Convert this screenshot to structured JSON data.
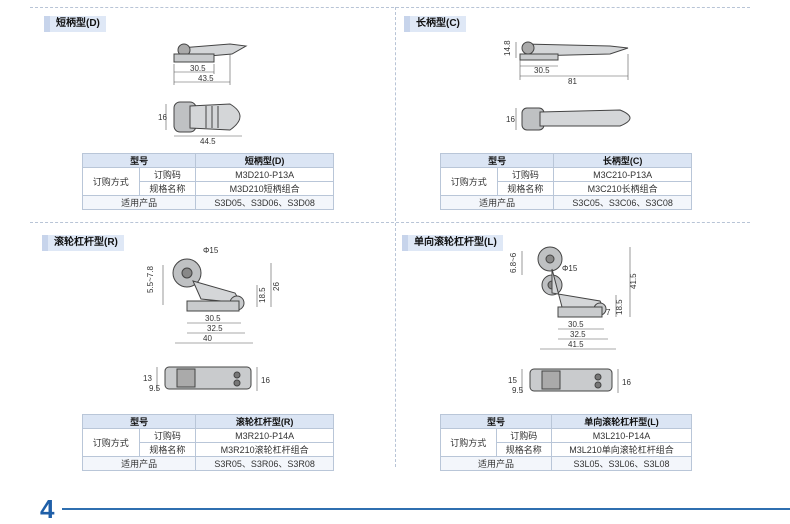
{
  "sections": {
    "short": {
      "title": "短柄型(D)",
      "dims": {
        "d1": "30.5",
        "d2": "43.5",
        "d3": "16",
        "d4": "44.5"
      },
      "table": {
        "model_label": "型号",
        "order_label": "订购方式",
        "code_label": "订购码",
        "spec_label": "规格名称",
        "products_label": "适用产品",
        "model": "短柄型(D)",
        "code": "M3D210-P13A",
        "spec": "M3D210短柄组合",
        "products": "S3D05、S3D06、S3D08"
      }
    },
    "long": {
      "title": "长柄型(C)",
      "dims": {
        "d1": "14.8",
        "d2": "30.5",
        "d3": "81",
        "d4": "16"
      },
      "table": {
        "model_label": "型号",
        "order_label": "订购方式",
        "code_label": "订购码",
        "spec_label": "规格名称",
        "products_label": "适用产品",
        "model": "长柄型(C)",
        "code": "M3C210-P13A",
        "spec": "M3C210长柄组合",
        "products": "S3C05、S3C06、S3C08"
      }
    },
    "roller": {
      "title": "滚轮杠杆型(R)",
      "dims": {
        "phi": "Φ15",
        "v1": "5.5~7.8",
        "v2": "18.5",
        "v3": "26",
        "h1": "30.5",
        "h2": "32.5",
        "h3": "40",
        "b1": "13",
        "b2": "9.5",
        "b3": "16"
      },
      "table": {
        "model_label": "型号",
        "order_label": "订购方式",
        "code_label": "订购码",
        "spec_label": "规格名称",
        "products_label": "适用产品",
        "model": "滚轮杠杆型(R)",
        "code": "M3R210-P14A",
        "spec": "M3R210滚轮杠杆组合",
        "products": "S3R05、S3R06、S3R08"
      }
    },
    "oneway": {
      "title": "单向滚轮杠杆型(L)",
      "dims": {
        "phi": "Φ15",
        "v1": "6.8~6",
        "v2": "41.5",
        "v3": "18.5",
        "v4": "7",
        "h1": "30.5",
        "h2": "32.5",
        "h3": "41.5",
        "b1": "15",
        "b2": "9.5",
        "b3": "16"
      },
      "table": {
        "model_label": "型号",
        "order_label": "订购方式",
        "code_label": "订购码",
        "spec_label": "规格名称",
        "products_label": "适用产品",
        "model": "单向滚轮杠杆型(L)",
        "code": "M3L210-P14A",
        "spec": "M3L210单向滚轮杠杆组合",
        "products": "S3L05、S3L06、S3L08"
      }
    }
  },
  "footer": {
    "mark": "4"
  }
}
